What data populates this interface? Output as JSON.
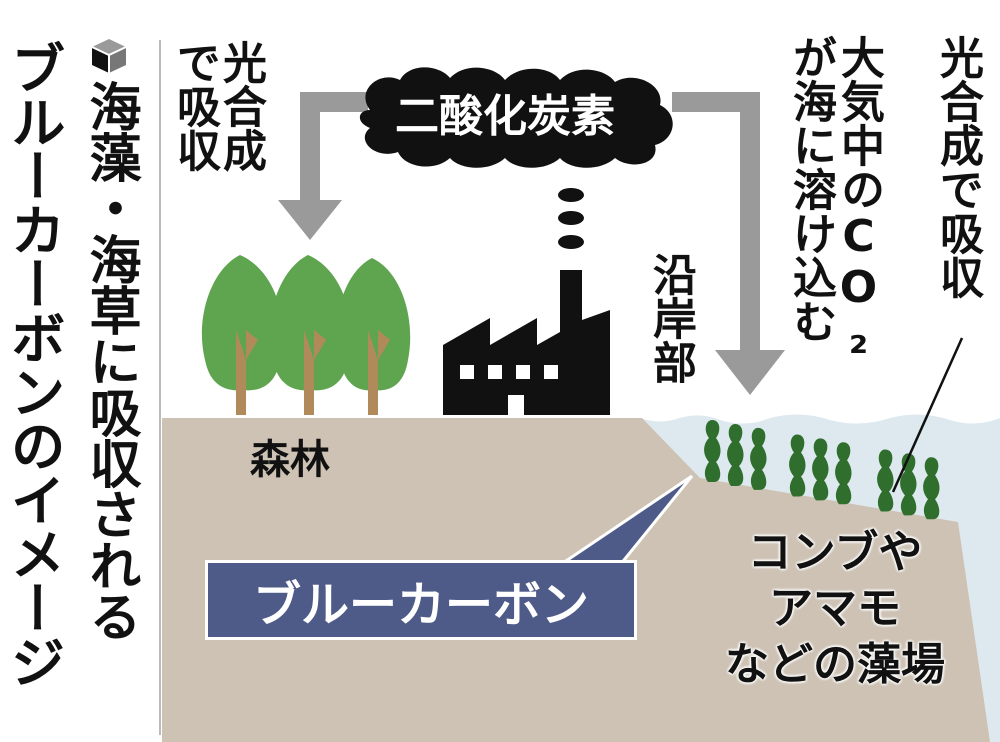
{
  "title": {
    "line1": "海藻・海草に吸収される",
    "line2": "ブルーカーボンのイメージ",
    "icon": "cube-icon"
  },
  "labels": {
    "co2": "二酸化炭素",
    "forest_absorb_a": "光合成",
    "forest_absorb_b": "で吸収",
    "coastal": "沿岸部",
    "dissolve_a": "大気中のCO₂",
    "dissolve_b": "が海に溶け込む",
    "seaweed_absorb": "光合成で吸収",
    "forest": "森林",
    "blue_carbon": "ブルーカーボン",
    "seaweed_bed_1": "コンブや",
    "seaweed_bed_2": "アマモ",
    "seaweed_bed_3": "などの藻場"
  },
  "colors": {
    "land": "#cdc2b4",
    "water": "#dde9ef",
    "tree": "#5fa550",
    "seaweed": "#2f6e2c",
    "label_box": "#4e5a88",
    "arrow": "#9a9a9a"
  }
}
